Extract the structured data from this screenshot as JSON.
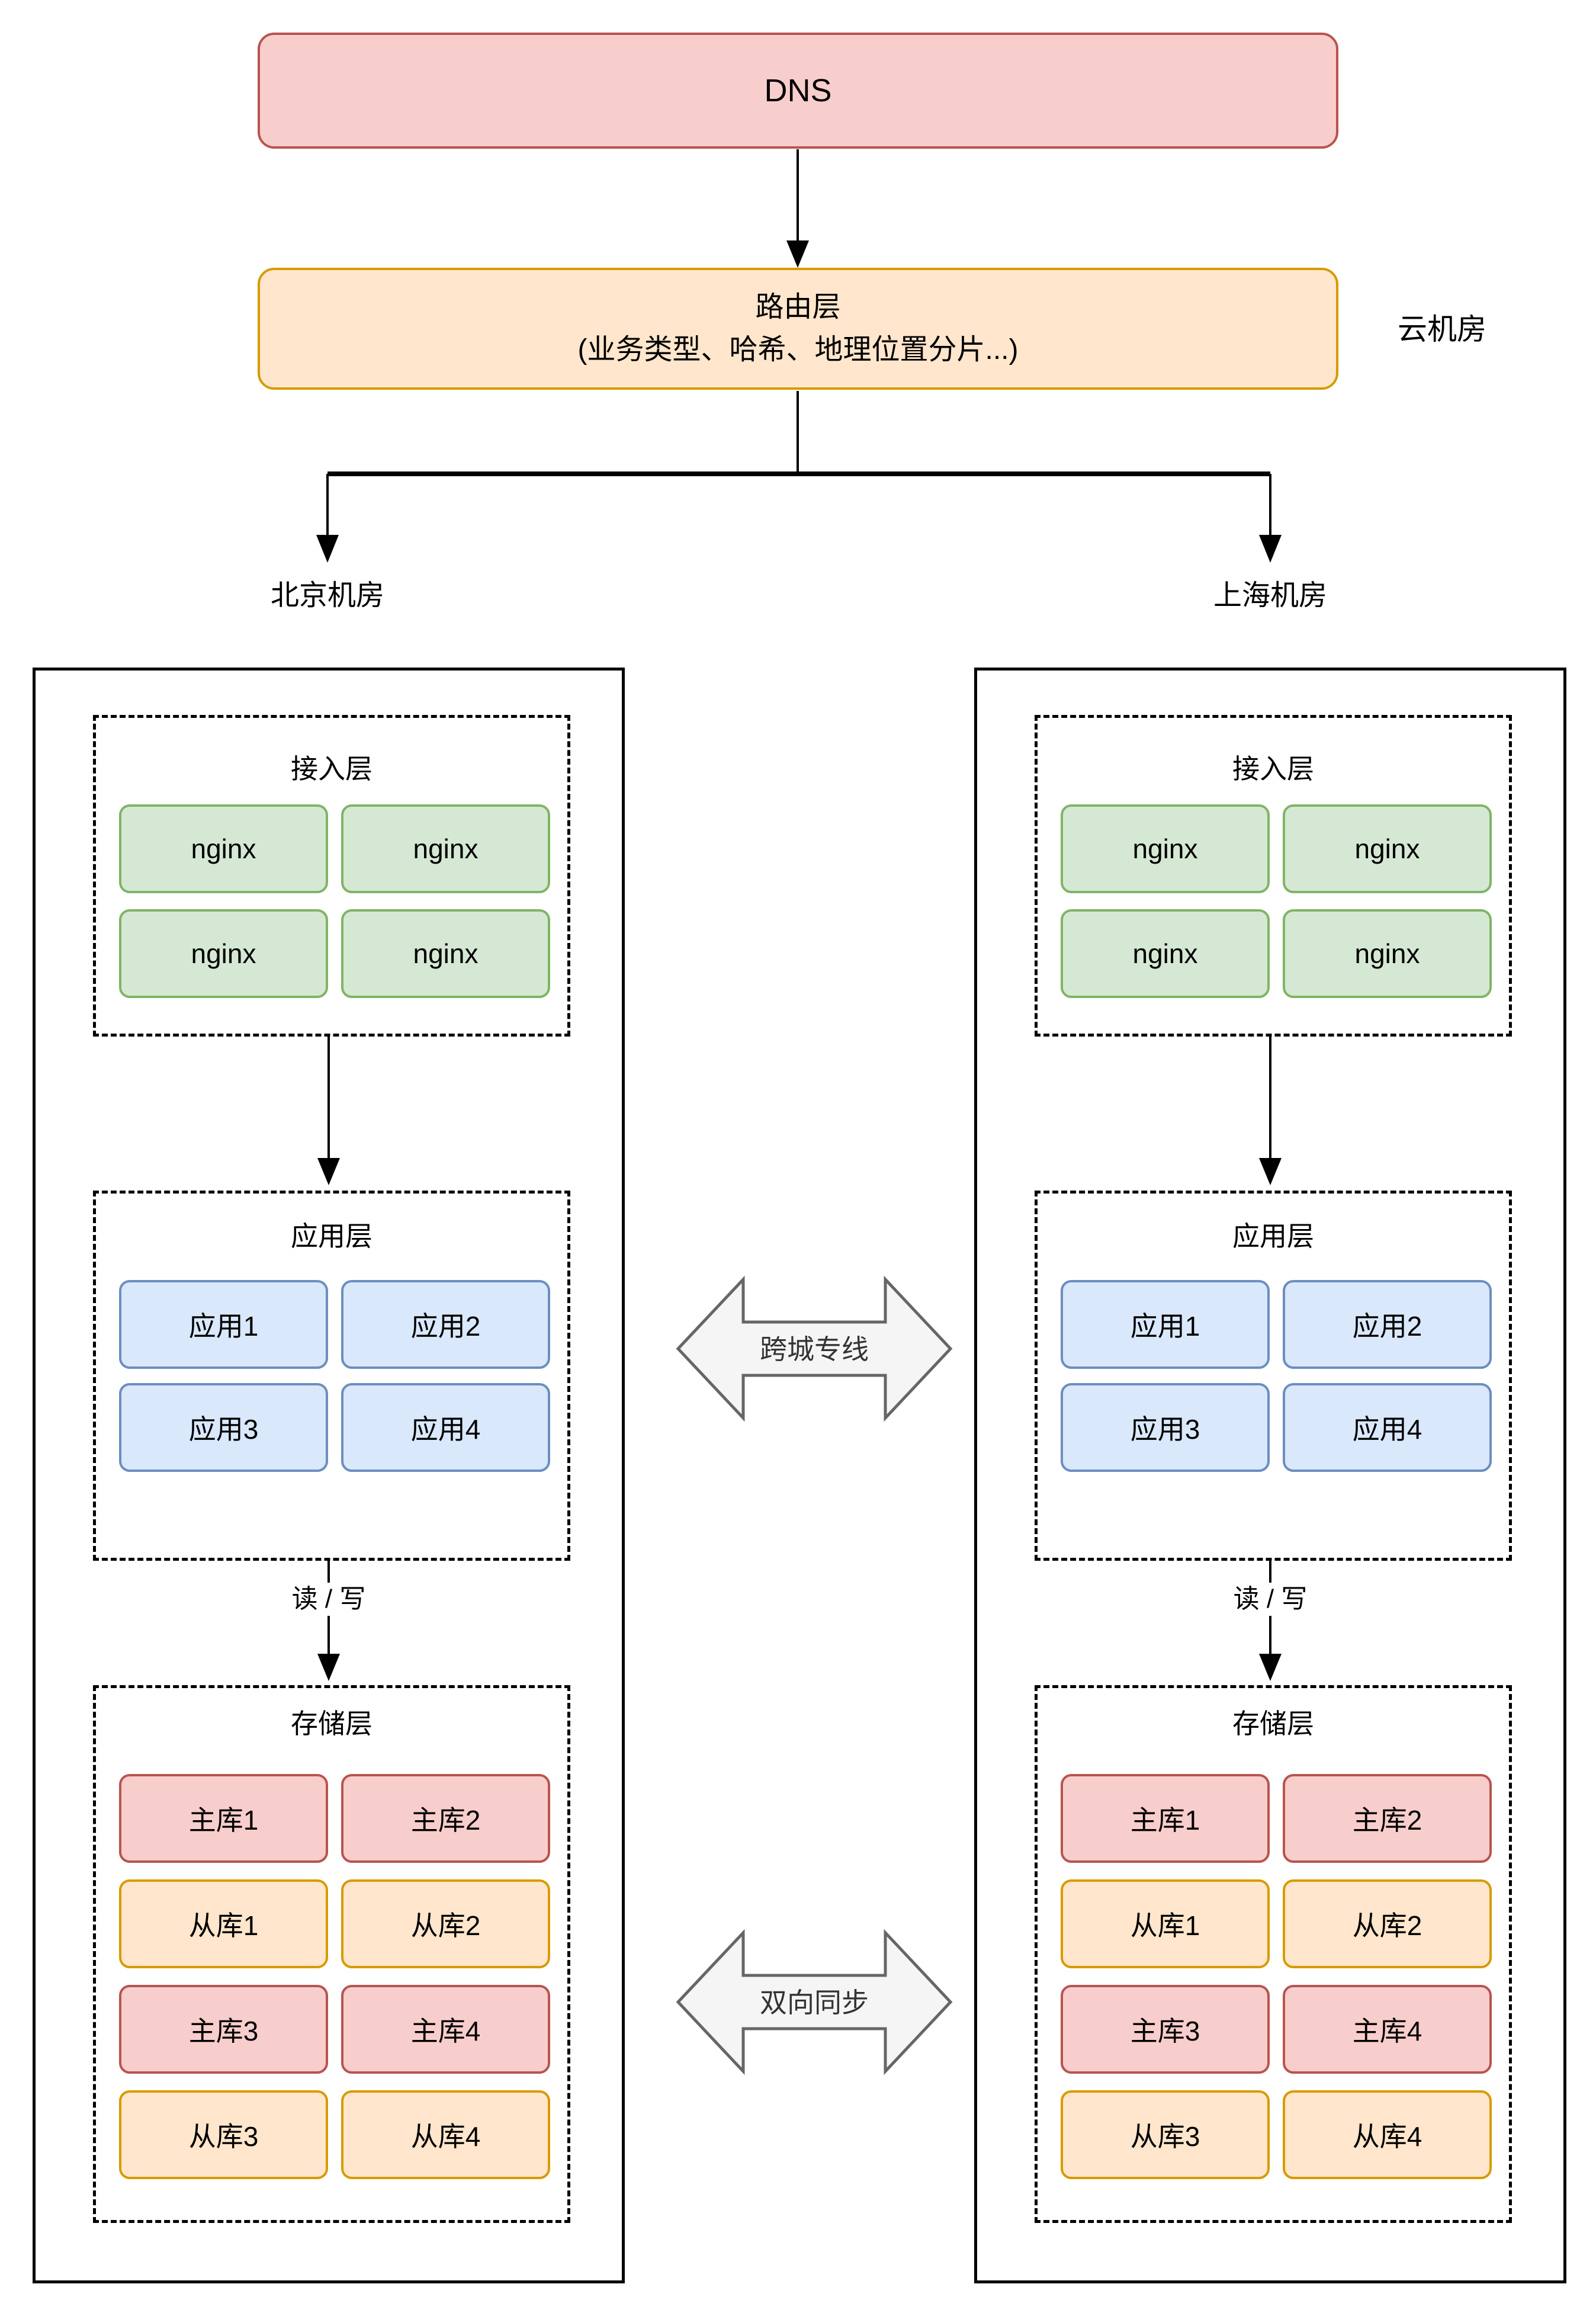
{
  "diagram": {
    "dns": {
      "label": "DNS"
    },
    "routing": {
      "title": "路由层",
      "subtitle": "(业务类型、哈希、地理位置分片...)"
    },
    "cloud_room_label": "云机房",
    "links": {
      "cross_city": "跨城专线",
      "sync": "双向同步"
    },
    "datacenters": [
      {
        "name": "北京机房",
        "access": {
          "title": "接入层",
          "nodes": [
            "nginx",
            "nginx",
            "nginx",
            "nginx"
          ]
        },
        "app": {
          "title": "应用层",
          "nodes": [
            "应用1",
            "应用2",
            "应用3",
            "应用4"
          ]
        },
        "rw_label": "读 / 写",
        "storage": {
          "title": "存储层",
          "nodes": [
            "主库1",
            "主库2",
            "从库1",
            "从库2",
            "主库3",
            "主库4",
            "从库3",
            "从库4"
          ]
        }
      },
      {
        "name": "上海机房",
        "access": {
          "title": "接入层",
          "nodes": [
            "nginx",
            "nginx",
            "nginx",
            "nginx"
          ]
        },
        "app": {
          "title": "应用层",
          "nodes": [
            "应用1",
            "应用2",
            "应用3",
            "应用4"
          ]
        },
        "rw_label": "读 / 写",
        "storage": {
          "title": "存储层",
          "nodes": [
            "主库1",
            "主库2",
            "从库1",
            "从库2",
            "主库3",
            "主库4",
            "从库3",
            "从库4"
          ]
        }
      }
    ],
    "colors": {
      "red_fill": "#F8CECC",
      "red_stroke": "#B85450",
      "orange_fill": "#FFE6CC",
      "orange_stroke": "#D79B00",
      "green_fill": "#D5E8D4",
      "green_stroke": "#82B366",
      "blue_fill": "#DAE8FC",
      "blue_stroke": "#6C8EBF",
      "link_arrow_fill": "#F5F5F5",
      "link_arrow_stroke": "#666666",
      "line_color": "#000000"
    }
  }
}
